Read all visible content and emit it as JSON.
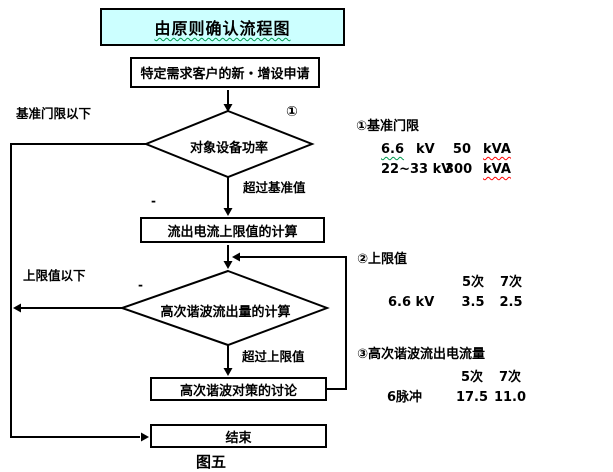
{
  "figure": {
    "title": "由原则确认流程图",
    "caption": "图五"
  },
  "flowchart": {
    "start": "特定需求客户的新・增设申请",
    "decision1": "对象设备功率",
    "decision1_marker": "①",
    "decision1_no_label": "基准门限以下",
    "decision1_yes_label": "超过基准值",
    "process1": "流出电流上限值的计算",
    "decision2": "高次谐波流出量的计算",
    "decision2_no_label": "上限值以下",
    "decision2_yes_label": "超过上限值",
    "process2": "高次谐波对策的讨论",
    "end": "结束",
    "stray_dash_1": "-",
    "stray_dash_2": "-"
  },
  "panel1": {
    "heading": "①基准门限",
    "row1": {
      "label": "6.6",
      "label_unit": "kV",
      "value": "50",
      "unit": "kVA"
    },
    "row2": {
      "label": "22~33 kV",
      "value": "300",
      "unit": "kVA"
    }
  },
  "panel2": {
    "heading": "②上限值",
    "col1": "5次",
    "col2": "7次",
    "row1": {
      "label": "6.6 kV",
      "v1": "3.5",
      "v2": "2.5"
    }
  },
  "panel3": {
    "heading": "③高次谐波流出电流量",
    "col1": "5次",
    "col2": "7次",
    "row1": {
      "label": "6脉冲",
      "v1": "17.5",
      "v2": "11.0"
    }
  },
  "colors": {
    "title_fill": "#ccffff",
    "line": "#000000",
    "spellcheck_green": "#009a4e",
    "spellcheck_red": "#ff0000"
  }
}
